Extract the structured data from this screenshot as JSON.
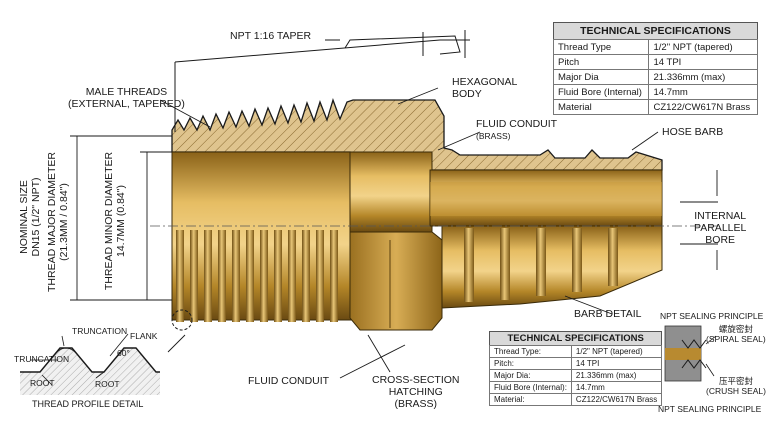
{
  "labels": {
    "taper": "NPT 1:16 TAPER",
    "male_threads_1": "MALE THREADS",
    "male_threads_2": "(EXTERNAL, TAPERED)",
    "hex_body_1": "HEXAGONAL",
    "hex_body_2": "BODY",
    "fluid_conduit_top_1": "FLUID CONDUIT",
    "fluid_conduit_top_2": "(BRASS)",
    "hose_barb": "HOSE BARB",
    "internal_bore_1": "INTERNAL",
    "internal_bore_2": "PARALLEL",
    "internal_bore_3": "BORE",
    "barb_detail": "BARB DETAIL",
    "fluid_conduit_bottom": "FLUID CONDUIT",
    "hatching_1": "CROSS-SECTION",
    "hatching_2": "HATCHING",
    "hatching_3": "(BRASS)",
    "nominal_size_1": "NOMINAL SIZE",
    "nominal_size_2": "DN15 (1/2\" NPT)",
    "major_dia_1": "THREAD MAJOR DIAMETER",
    "major_dia_2": "(21.3mm / 0.84\")",
    "minor_dia_1": "THREAD MINOR DIAMETER",
    "minor_dia_2": "14.7mm (0.84\")",
    "truncation_top": "TRUNCATION",
    "flank": "FLANK",
    "truncation_left": "TRUNCATION",
    "angle": "60°",
    "root_left": "ROOT",
    "root_right": "ROOT",
    "thread_profile": "THREAD PROFILE DETAIL",
    "npt_sealing_top": "NPT SEALING PRINCIPLE",
    "spiral_seal_cn": "螺旋密封",
    "spiral_seal": "(SPIRAL SEAL)",
    "crush_seal_cn": "压平密封",
    "crush_seal": "(CRUSH SEAL)",
    "npt_sealing_bottom": "NPT SEALING PRINCIPLE"
  },
  "spec_top": {
    "title": "TECHNICAL SPECIFICATIONS",
    "rows": [
      [
        "Thread Type",
        "1/2\" NPT (tapered)"
      ],
      [
        "Pitch",
        "14 TPI"
      ],
      [
        "Major Dia",
        "21.336mm (max)"
      ],
      [
        "Fluid Bore (Internal)",
        "14.7mm"
      ],
      [
        "Material",
        "CZ122/CW617N Brass"
      ]
    ]
  },
  "spec_bottom": {
    "title": "TECHNICAL SPECIFICATIONS",
    "rows": [
      [
        "Thread Type:",
        "1/2\" NPT (tapered)"
      ],
      [
        "Pitch:",
        "14 TPI"
      ],
      [
        "Major Dia:",
        "21.336mm (max)"
      ],
      [
        "Fluid Bore (Internal):",
        "14.7mm"
      ],
      [
        "Material:",
        "CZ122/CW617N Brass"
      ]
    ]
  },
  "colors": {
    "brass_light": "#e2b55a",
    "brass_mid": "#b98a2c",
    "brass_dark": "#6f4f14",
    "hatch_fill": "#dcc08a",
    "line": "#1a1a1a"
  }
}
